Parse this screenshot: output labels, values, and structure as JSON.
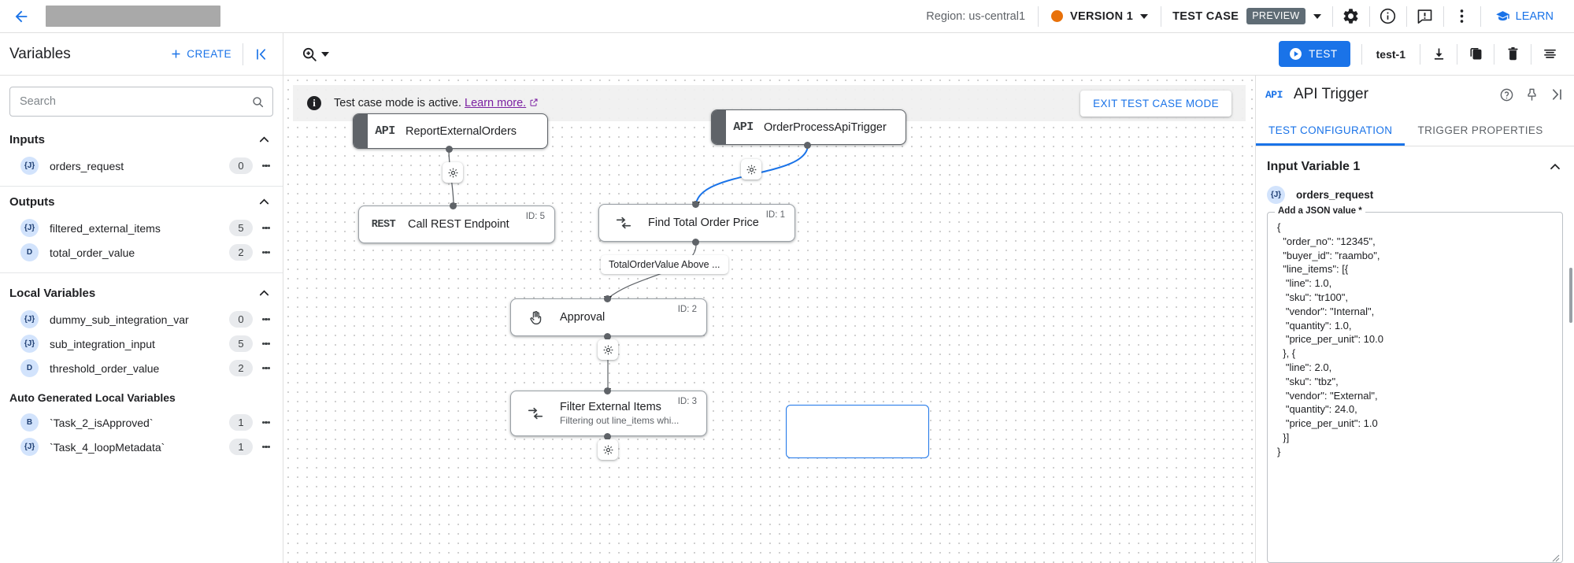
{
  "topbar": {
    "back_icon": "arrow-left-icon",
    "title_redacted": "",
    "region": "Region: us-central1",
    "version_label": "VERSION 1",
    "version_dot_color": "#e8710a",
    "testcase_label": "TEST CASE",
    "preview_badge": "PREVIEW",
    "settings_icon": "gear-icon",
    "info_icon": "info-circle-icon",
    "feedback_icon": "feedback-icon",
    "more_icon": "more-vert-icon",
    "learn_label": "LEARN",
    "learn_icon": "graduation-cap-icon"
  },
  "subbar": {
    "variables_title": "Variables",
    "create_label": "CREATE",
    "collapse_icon": "collapse-left-icon",
    "zoom_icon": "zoom-in-icon",
    "test_label": "TEST",
    "test_name": "test-1",
    "download_icon": "download-icon",
    "copy_icon": "copy-icon",
    "delete_icon": "trash-icon",
    "logs_icon": "logs-icon"
  },
  "left_panel": {
    "search_placeholder": "Search",
    "search_value": "",
    "search_icon": "search-icon",
    "filter_icon": "filter-list-icon",
    "sections": [
      {
        "title": "Inputs",
        "expanded": true,
        "items": [
          {
            "type": "{J}",
            "name": "orders_request",
            "count": "0"
          }
        ]
      },
      {
        "title": "Outputs",
        "expanded": true,
        "items": [
          {
            "type": "{J}",
            "name": "filtered_external_items",
            "count": "5"
          },
          {
            "type": "D",
            "name": "total_order_value",
            "count": "2"
          }
        ]
      },
      {
        "title": "Local Variables",
        "expanded": true,
        "items": [
          {
            "type": "{J}",
            "name": "dummy_sub_integration_var",
            "count": "0"
          },
          {
            "type": "{J}",
            "name": "sub_integration_input",
            "count": "5"
          },
          {
            "type": "D",
            "name": "threshold_order_value",
            "count": "2"
          }
        ]
      }
    ],
    "auto_generated_title": "Auto Generated Local Variables",
    "auto_generated_items": [
      {
        "type": "B",
        "name": "`Task_2_isApproved`",
        "count": "1"
      },
      {
        "type": "{J}",
        "name": "`Task_4_loopMetadata`",
        "count": "1"
      }
    ]
  },
  "canvas": {
    "banner_text": "Test case mode is active.",
    "banner_link": "Learn more.",
    "banner_link_icon": "open-in-new-icon",
    "banner_info_icon": "info-icon",
    "exit_button": "EXIT TEST CASE MODE",
    "nodes": [
      {
        "id": "",
        "icon_label": "API",
        "title": "ReportExternalOrders",
        "subtitle": "",
        "kind": "trigger"
      },
      {
        "id": "",
        "icon_label": "API",
        "title": "OrderProcessApiTrigger",
        "subtitle": "",
        "kind": "trigger"
      },
      {
        "id": "ID: 5",
        "icon_label": "REST",
        "title": "Call REST Endpoint",
        "subtitle": "",
        "kind": "task"
      },
      {
        "id": "ID: 1",
        "icon_label": "map-icon",
        "title": "Find Total Order Price",
        "subtitle": "",
        "kind": "task"
      },
      {
        "id": "ID: 2",
        "icon_label": "hand-icon",
        "title": "Approval",
        "subtitle": "",
        "kind": "task"
      },
      {
        "id": "ID: 3",
        "icon_label": "map-icon",
        "title": "Filter External Items",
        "subtitle": "Filtering out line_items whi...",
        "kind": "task"
      }
    ],
    "edge_label": "TotalOrderValue Above ...",
    "gear_icon": "gear-icon"
  },
  "right_panel": {
    "api_tag": "API",
    "title": "API Trigger",
    "help_icon": "help-circle-icon",
    "pin_icon": "pin-icon",
    "collapse_icon": "collapse-right-icon",
    "tabs": [
      {
        "label": "TEST CONFIGURATION",
        "active": true
      },
      {
        "label": "TRIGGER PROPERTIES",
        "active": false
      }
    ],
    "section_title": "Input Variable 1",
    "variable_type": "{J}",
    "variable_name": "orders_request",
    "json_legend": "Add a JSON value *",
    "json_value": "{\n  \"order_no\": \"12345\",\n  \"buyer_id\": \"raambo\",\n  \"line_items\": [{\n   \"line\": 1.0,\n   \"sku\": \"tr100\",\n   \"vendor\": \"Internal\",\n   \"quantity\": 1.0,\n   \"price_per_unit\": 10.0\n  }, {\n   \"line\": 2.0,\n   \"sku\": \"tbz\",\n   \"vendor\": \"External\",\n   \"quantity\": 24.0,\n   \"price_per_unit\": 1.0\n  }]\n}"
  }
}
